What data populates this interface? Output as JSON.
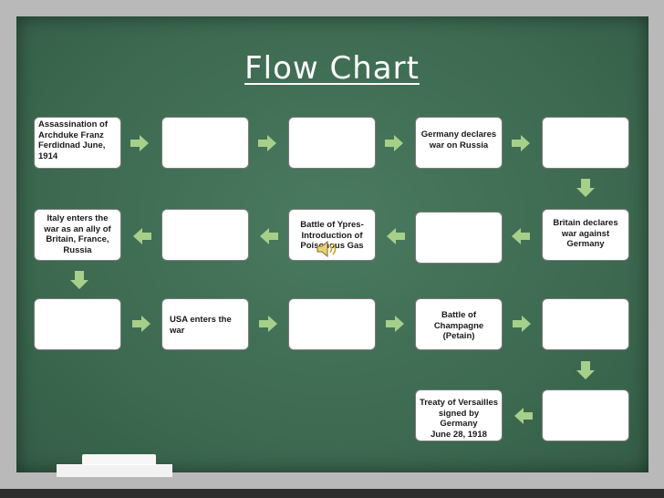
{
  "slide": {
    "title": "Flow Chart"
  },
  "boxes": [
    {
      "id": "b1",
      "text": "Assassination of\nArchduke Franz\nFerdidnad June,\n1914"
    },
    {
      "id": "b2",
      "text": ""
    },
    {
      "id": "b3",
      "text": ""
    },
    {
      "id": "b4",
      "text": "Germany declares\nwar on Russia"
    },
    {
      "id": "b5",
      "text": ""
    },
    {
      "id": "b6",
      "text": "Britain declares\nwar against\nGermany"
    },
    {
      "id": "b7",
      "text": ""
    },
    {
      "id": "b8",
      "text": "Battle of Ypres-\nIntroduction of\nPoisonous Gas"
    },
    {
      "id": "b9",
      "text": ""
    },
    {
      "id": "b10",
      "text": "Italy enters the\nwar as an ally of\nBritain, France,\nRussia"
    },
    {
      "id": "b11",
      "text": ""
    },
    {
      "id": "b12",
      "text": "USA enters the\nwar"
    },
    {
      "id": "b13",
      "text": ""
    },
    {
      "id": "b14",
      "text": "Battle of\nChampagne\n(Petain)"
    },
    {
      "id": "b15",
      "text": ""
    },
    {
      "id": "b16",
      "text": ""
    },
    {
      "id": "b17",
      "text": "Treaty of Versailles\nsigned by Germany\nJune 28, 1918"
    }
  ],
  "colors": {
    "board": "#3e6b52",
    "frame": "#b9b9b9",
    "arrow": "#a6d08a",
    "box": "#ffffff"
  },
  "icons": [
    "speaker-icon"
  ]
}
